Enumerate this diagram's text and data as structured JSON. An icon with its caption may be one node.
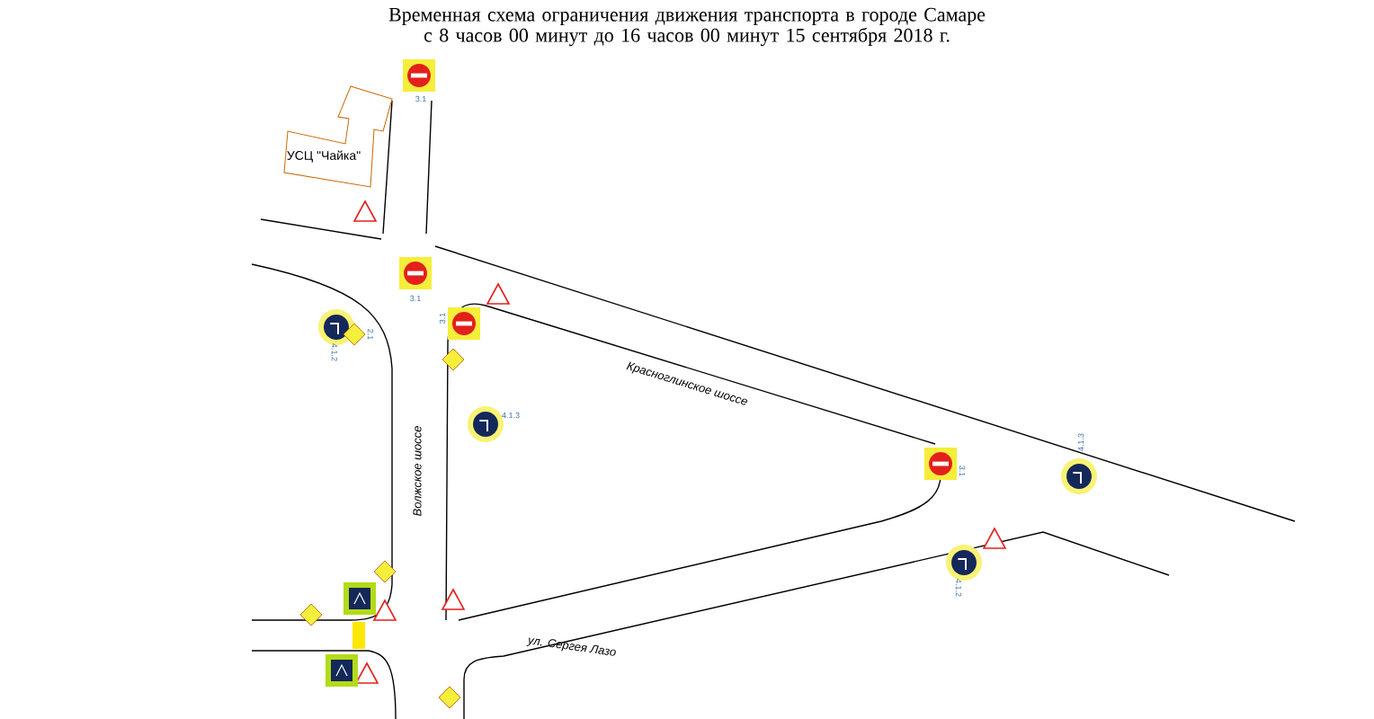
{
  "diagram": {
    "title": "Временная схема ограничения движения транспорта в городе Самаре с 8 часов 00 минут до 16 часов 00 минут 15 сентября 2018 г.",
    "labels": [
      "УСЦ \"Чайка\"",
      "Красноглинское шоссе",
      "Волжское шоссе",
      "ул. Сергея Лазо",
      "3.1",
      "3.1",
      "3.1",
      "3.1",
      "4.1.2",
      "2.1",
      "4.1.3",
      "4.1.3",
      "4.1.2"
    ]
  }
}
